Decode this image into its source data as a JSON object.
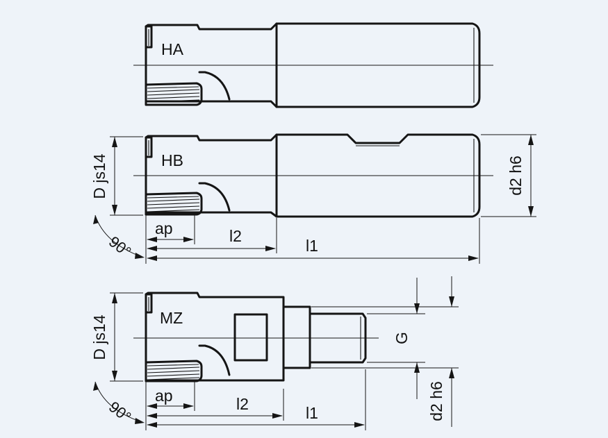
{
  "background_color": "#eef3f9",
  "line_color": "#151515",
  "views": {
    "ha": {
      "label": "HA"
    },
    "hb": {
      "label": "HB"
    },
    "mz": {
      "label": "MZ"
    }
  },
  "dims": {
    "d_js14": "D js14",
    "d2_h6": "d2 h6",
    "ap": "ap",
    "l2": "l2",
    "l1": "l1",
    "angle": "90°",
    "g": "G"
  }
}
